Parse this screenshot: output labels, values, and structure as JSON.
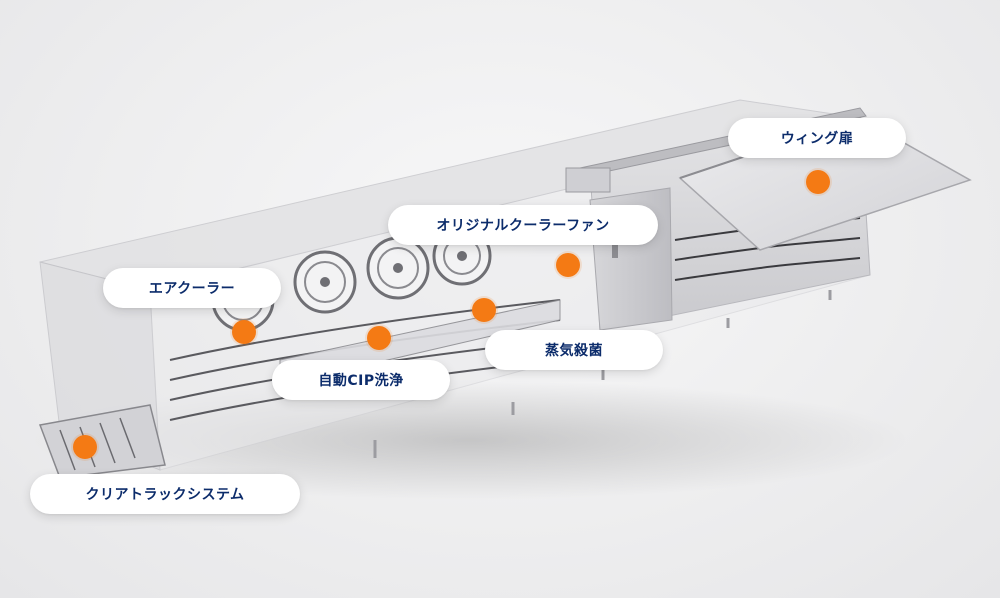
{
  "labels": {
    "wing_door": "ウィング扉",
    "original_cooler_fan": "オリジナルクーラーファン",
    "air_cooler": "エアクーラー",
    "steam_sterilization": "蒸気殺菌",
    "auto_cip_cleaning": "自動CIP洗浄",
    "clear_track_system": "クリアトラックシステム"
  },
  "colors": {
    "label_text": "#0c2c6b",
    "label_bg": "#ffffff",
    "hotspot": "#f47a14",
    "background": "#eeeeef"
  }
}
